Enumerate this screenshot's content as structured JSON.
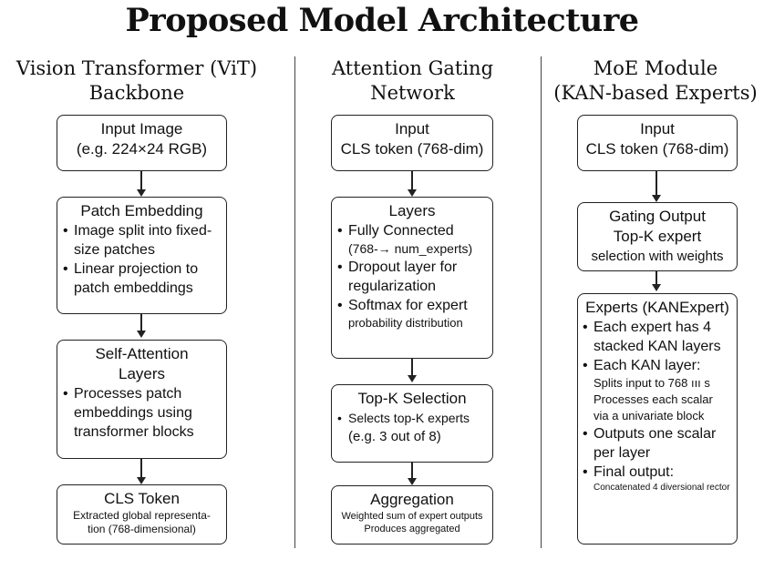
{
  "title": "Proposed Model Architecture",
  "columns": [
    {
      "heading": [
        "Vision Transformer (ViT)",
        "Backbone"
      ],
      "boxes": [
        {
          "title": [
            "Input Image",
            "(e.g. 224×24 RGB)"
          ]
        },
        {
          "title": [
            "Patch Embedding"
          ],
          "bullets": [
            "Image split into fixed-size patches",
            "Linear projection to patch embeddings"
          ]
        },
        {
          "title": [
            "Self-Attention",
            "Layers"
          ],
          "bullets": [
            "Processes patch embeddings  using transformer blocks"
          ]
        },
        {
          "title": [
            "CLS Token"
          ],
          "small": [
            "Extracted global representa-",
            "tion (768-dimensional)"
          ]
        }
      ]
    },
    {
      "heading": [
        "Attention Gating",
        "Network"
      ],
      "boxes": [
        {
          "title": [
            "Input",
            "CLS token (768-dim)"
          ]
        },
        {
          "title": [
            "Layers"
          ],
          "bullets": [
            "Fully Connected",
            "Dropout layer for regularization",
            "Softmax for expert"
          ],
          "extra": [
            "(768-→ num_experts)",
            "probability distribution"
          ]
        },
        {
          "title": [
            "Top-K Selection"
          ],
          "bullets": [
            "Selects top-K experts"
          ],
          "extra": [
            "(e.g. 3 out of 8)"
          ]
        },
        {
          "title": [
            "Aggregation"
          ],
          "small": [
            "Weighted sum of expert outputs",
            "Produces aggregated"
          ]
        }
      ]
    },
    {
      "heading": [
        "MoE Module",
        "(KAN-based Experts)"
      ],
      "boxes": [
        {
          "title": [
            "Input",
            "CLS token (768-dim)"
          ]
        },
        {
          "title": [
            "Gating Output",
            "Top-K expert",
            "selection with weights"
          ]
        },
        {
          "title": [
            "Experts (KANExpert)"
          ],
          "bullets": [
            "Each expert has 4 stacked KAN layers",
            "Each KAN layer:",
            "Outputs one scalar per layer",
            "Final output:"
          ],
          "extra": [
            "Splits input to 768 ııı s",
            "Processes each scalar",
            "via a univariate block",
            "Concatenated 4 diversional rector"
          ]
        }
      ]
    }
  ]
}
